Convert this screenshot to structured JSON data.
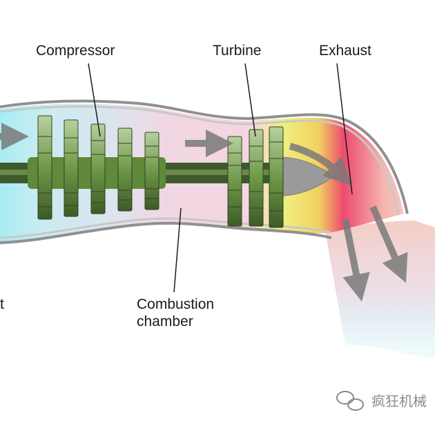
{
  "labels": {
    "compressor": "Compressor",
    "turbine": "Turbine",
    "exhaust": "Exhaust",
    "combustion_line1": "Combustion",
    "combustion_line2": "chamber",
    "intake_fragment": "t"
  },
  "watermark": {
    "text": "疯狂机械",
    "icon": "wechat-icon"
  },
  "colors": {
    "intake": "#a8ecf4",
    "compressor_zone": "#dde6ee",
    "combustion_zone": "#f2d6e2",
    "turbine_hot": "#f3f06a",
    "exhaust_hot": "#ee4a6e",
    "exhaust_plume": "#f4c8c0",
    "blade": "#6e9848",
    "shaft": "#3c5a2c",
    "casing": "#a0a0a0",
    "arrow": "#7a7a7a"
  }
}
